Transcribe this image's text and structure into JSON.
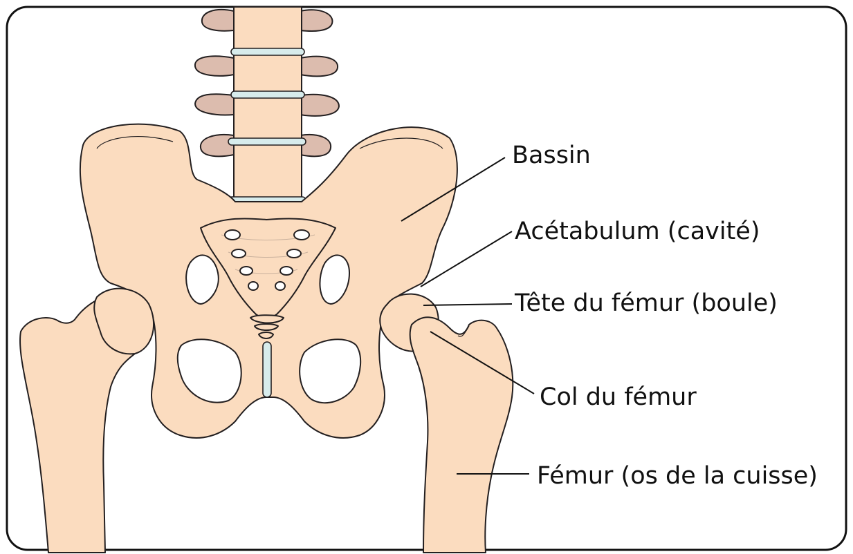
{
  "labels": {
    "bassin": "Bassin",
    "acetabulum": "Acétabulum (cavité)",
    "tete_femur": "Tête du fémur (boule)",
    "col_femur": "Col du fémur",
    "femur": "Fémur (os de la cuisse)"
  },
  "colors": {
    "bone": "#fbdcbf",
    "vertebra_process": "#dcbcae",
    "disc": "#d7ecec",
    "outline": "#231f20",
    "frame": "#111111"
  }
}
